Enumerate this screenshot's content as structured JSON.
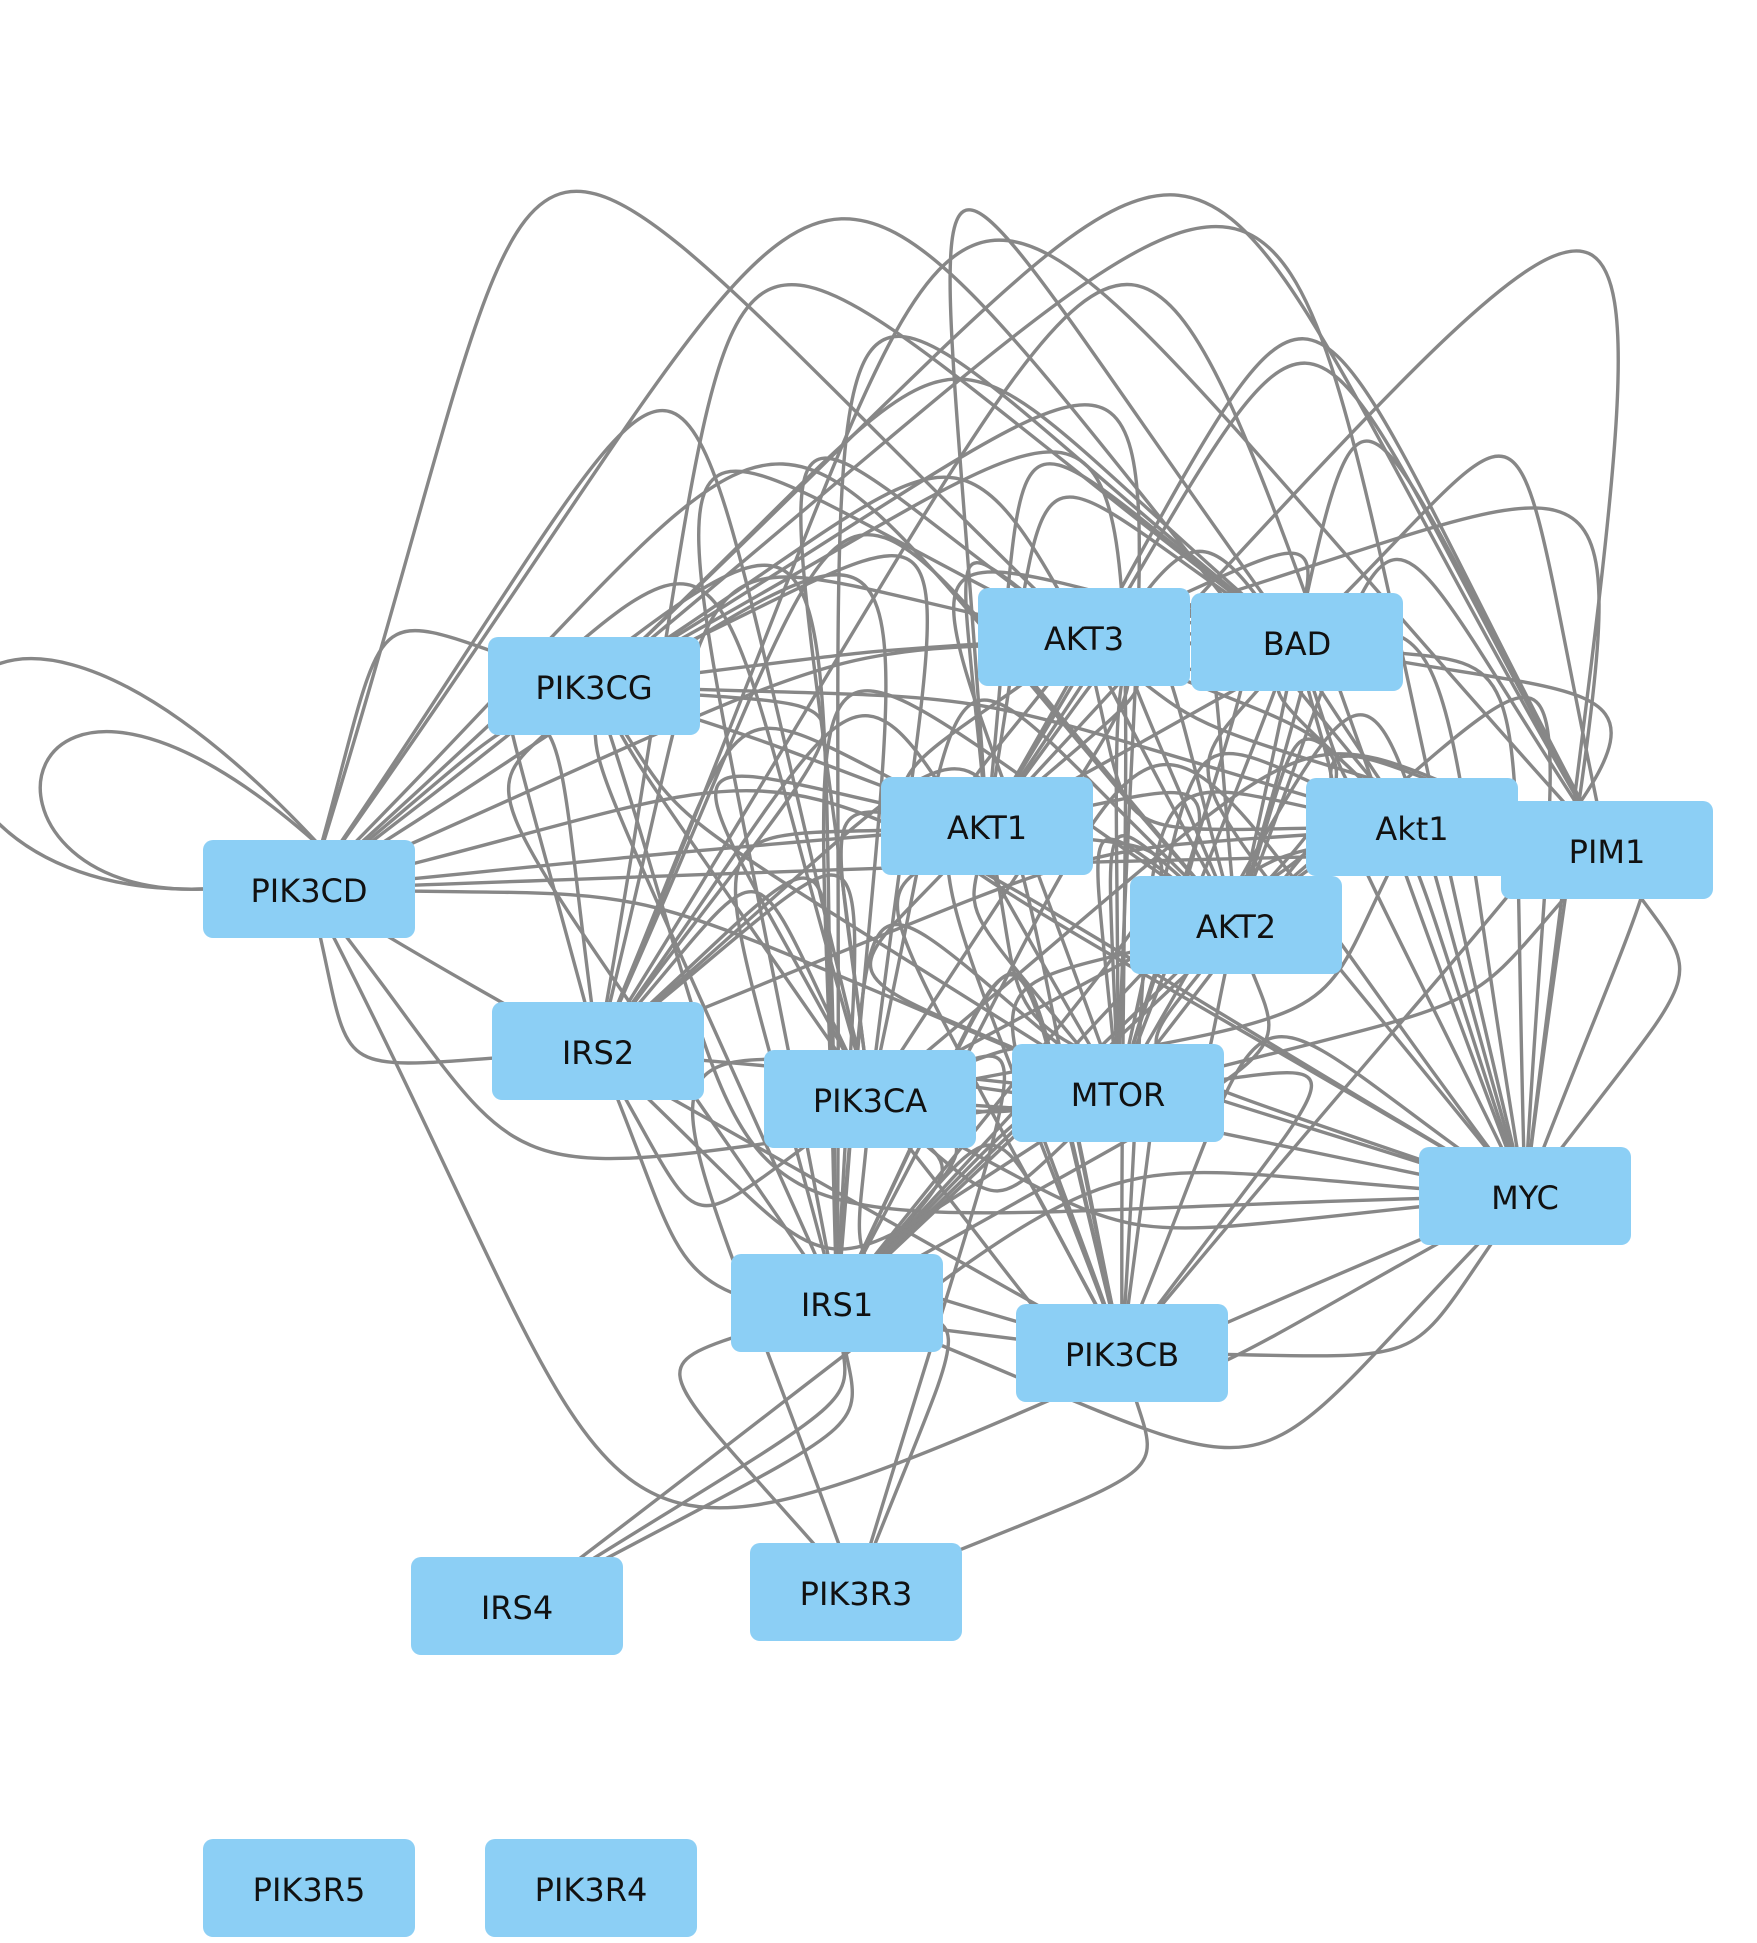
{
  "colors": {
    "node_fill": "#8ccff5",
    "node_text": "#111111",
    "edge": "#878787",
    "background": "#ffffff"
  },
  "nodes": [
    {
      "id": "AKT3",
      "label": "AKT3"
    },
    {
      "id": "BAD",
      "label": "BAD"
    },
    {
      "id": "PIK3CG",
      "label": "PIK3CG"
    },
    {
      "id": "AKT1",
      "label": "AKT1"
    },
    {
      "id": "Akt1",
      "label": "Akt1"
    },
    {
      "id": "PIM1",
      "label": "PIM1"
    },
    {
      "id": "PIK3CD",
      "label": "PIK3CD"
    },
    {
      "id": "AKT2",
      "label": "AKT2"
    },
    {
      "id": "IRS2",
      "label": "IRS2"
    },
    {
      "id": "PIK3CA",
      "label": "PIK3CA"
    },
    {
      "id": "MTOR",
      "label": "MTOR"
    },
    {
      "id": "MYC",
      "label": "MYC"
    },
    {
      "id": "IRS1",
      "label": "IRS1"
    },
    {
      "id": "PIK3CB",
      "label": "PIK3CB"
    },
    {
      "id": "IRS4",
      "label": "IRS4"
    },
    {
      "id": "PIK3R3",
      "label": "PIK3R3"
    },
    {
      "id": "PIK3R5",
      "label": "PIK3R5"
    },
    {
      "id": "PIK3R4",
      "label": "PIK3R4"
    }
  ],
  "edges": [
    [
      "PIK3CD",
      "PIK3CD"
    ],
    [
      "PIK3CD",
      "PIK3CD"
    ],
    [
      "AKT1",
      "MYC"
    ],
    [
      "AKT1",
      "MYC"
    ],
    [
      "AKT1",
      "MYC"
    ],
    [
      "AKT1",
      "PIM1"
    ],
    [
      "AKT1",
      "PIM1"
    ],
    [
      "AKT1",
      "BAD"
    ],
    [
      "AKT1",
      "BAD"
    ],
    [
      "AKT1",
      "BAD"
    ],
    [
      "AKT1",
      "AKT3"
    ],
    [
      "AKT1",
      "AKT3"
    ],
    [
      "AKT1",
      "MTOR"
    ],
    [
      "AKT1",
      "MTOR"
    ],
    [
      "AKT1",
      "MTOR"
    ],
    [
      "AKT1",
      "PIK3CA"
    ],
    [
      "AKT1",
      "PIK3CA"
    ],
    [
      "AKT1",
      "IRS1"
    ],
    [
      "AKT1",
      "IRS1"
    ],
    [
      "AKT1",
      "IRS2"
    ],
    [
      "AKT1",
      "PIK3CG"
    ],
    [
      "AKT1",
      "PIK3CD"
    ],
    [
      "AKT1",
      "PIK3CB"
    ],
    [
      "AKT1",
      "AKT2"
    ],
    [
      "AKT1",
      "Akt1"
    ],
    [
      "AKT3",
      "MYC"
    ],
    [
      "AKT3",
      "MYC"
    ],
    [
      "AKT3",
      "PIM1"
    ],
    [
      "AKT3",
      "BAD"
    ],
    [
      "AKT3",
      "BAD"
    ],
    [
      "AKT3",
      "MTOR"
    ],
    [
      "AKT3",
      "MTOR"
    ],
    [
      "AKT3",
      "PIK3CA"
    ],
    [
      "AKT3",
      "PIK3CA"
    ],
    [
      "AKT3",
      "IRS1"
    ],
    [
      "AKT3",
      "IRS1"
    ],
    [
      "AKT3",
      "IRS2"
    ],
    [
      "AKT3",
      "PIK3CG"
    ],
    [
      "AKT3",
      "PIK3CD"
    ],
    [
      "AKT3",
      "PIK3CB"
    ],
    [
      "AKT3",
      "AKT2"
    ],
    [
      "AKT3",
      "Akt1"
    ],
    [
      "BAD",
      "MYC"
    ],
    [
      "BAD",
      "MYC"
    ],
    [
      "BAD",
      "PIM1"
    ],
    [
      "BAD",
      "PIM1"
    ],
    [
      "BAD",
      "MTOR"
    ],
    [
      "BAD",
      "MTOR"
    ],
    [
      "BAD",
      "PIK3CA"
    ],
    [
      "BAD",
      "IRS1"
    ],
    [
      "BAD",
      "IRS2"
    ],
    [
      "BAD",
      "PIK3CG"
    ],
    [
      "BAD",
      "PIK3CD"
    ],
    [
      "BAD",
      "AKT2"
    ],
    [
      "BAD",
      "AKT2"
    ],
    [
      "BAD",
      "Akt1"
    ],
    [
      "BAD",
      "PIK3CB"
    ],
    [
      "AKT2",
      "MYC"
    ],
    [
      "AKT2",
      "MYC"
    ],
    [
      "AKT2",
      "PIM1"
    ],
    [
      "AKT2",
      "PIM1"
    ],
    [
      "AKT2",
      "MTOR"
    ],
    [
      "AKT2",
      "MTOR"
    ],
    [
      "AKT2",
      "PIK3CA"
    ],
    [
      "AKT2",
      "PIK3CA"
    ],
    [
      "AKT2",
      "IRS1"
    ],
    [
      "AKT2",
      "IRS1"
    ],
    [
      "AKT2",
      "IRS2"
    ],
    [
      "AKT2",
      "PIK3CG"
    ],
    [
      "AKT2",
      "PIK3CD"
    ],
    [
      "AKT2",
      "PIK3CB"
    ],
    [
      "AKT2",
      "Akt1"
    ],
    [
      "Akt1",
      "MYC"
    ],
    [
      "Akt1",
      "PIM1"
    ],
    [
      "Akt1",
      "MTOR"
    ],
    [
      "Akt1",
      "PIK3CA"
    ],
    [
      "Akt1",
      "IRS1"
    ],
    [
      "Akt1",
      "IRS2"
    ],
    [
      "Akt1",
      "PIK3CG"
    ],
    [
      "Akt1",
      "PIK3CD"
    ],
    [
      "Akt1",
      "PIK3CB"
    ],
    [
      "PIM1",
      "MYC"
    ],
    [
      "PIM1",
      "MYC"
    ],
    [
      "PIM1",
      "MTOR"
    ],
    [
      "PIM1",
      "PIK3CA"
    ],
    [
      "PIM1",
      "IRS1"
    ],
    [
      "PIM1",
      "IRS2"
    ],
    [
      "PIM1",
      "PIK3CG"
    ],
    [
      "PIM1",
      "PIK3CD"
    ],
    [
      "MYC",
      "MTOR"
    ],
    [
      "MYC",
      "MTOR"
    ],
    [
      "MYC",
      "PIK3CA"
    ],
    [
      "MYC",
      "PIK3CA"
    ],
    [
      "MYC",
      "IRS1"
    ],
    [
      "MYC",
      "IRS1"
    ],
    [
      "MYC",
      "IRS2"
    ],
    [
      "MYC",
      "IRS2"
    ],
    [
      "MYC",
      "PIK3CG"
    ],
    [
      "MYC",
      "PIK3CG"
    ],
    [
      "MYC",
      "PIK3CD"
    ],
    [
      "MYC",
      "PIK3CD"
    ],
    [
      "MYC",
      "PIK3CB"
    ],
    [
      "MYC",
      "PIK3CB"
    ],
    [
      "MYC",
      "IRS4"
    ],
    [
      "MTOR",
      "PIK3CA"
    ],
    [
      "MTOR",
      "PIK3CA"
    ],
    [
      "MTOR",
      "IRS1"
    ],
    [
      "MTOR",
      "IRS1"
    ],
    [
      "MTOR",
      "IRS2"
    ],
    [
      "MTOR",
      "IRS2"
    ],
    [
      "MTOR",
      "PIK3CG"
    ],
    [
      "MTOR",
      "PIK3CG"
    ],
    [
      "MTOR",
      "PIK3CD"
    ],
    [
      "MTOR",
      "PIK3CD"
    ],
    [
      "MTOR",
      "PIK3CB"
    ],
    [
      "MTOR",
      "PIK3CB"
    ],
    [
      "MTOR",
      "PIK3R3"
    ],
    [
      "PIK3CA",
      "IRS1"
    ],
    [
      "PIK3CA",
      "IRS1"
    ],
    [
      "PIK3CA",
      "IRS2"
    ],
    [
      "PIK3CA",
      "IRS2"
    ],
    [
      "PIK3CA",
      "PIK3CG"
    ],
    [
      "PIK3CA",
      "PIK3CG"
    ],
    [
      "PIK3CA",
      "PIK3CD"
    ],
    [
      "PIK3CA",
      "PIK3CD"
    ],
    [
      "PIK3CA",
      "PIK3CB"
    ],
    [
      "PIK3CA",
      "PIK3CB"
    ],
    [
      "PIK3CA",
      "PIK3R3"
    ],
    [
      "IRS2",
      "IRS1"
    ],
    [
      "IRS2",
      "IRS1"
    ],
    [
      "IRS2",
      "PIK3CG"
    ],
    [
      "IRS2",
      "PIK3CG"
    ],
    [
      "IRS2",
      "PIK3CD"
    ],
    [
      "IRS2",
      "PIK3CD"
    ],
    [
      "IRS2",
      "PIK3CB"
    ],
    [
      "IRS2",
      "PIK3CB"
    ],
    [
      "PIK3CG",
      "IRS1"
    ],
    [
      "PIK3CG",
      "IRS1"
    ],
    [
      "PIK3CG",
      "PIK3CD"
    ],
    [
      "PIK3CG",
      "PIK3CB"
    ],
    [
      "PIK3CD",
      "IRS1"
    ],
    [
      "PIK3CD",
      "IRS1"
    ],
    [
      "PIK3CD",
      "PIK3CB"
    ],
    [
      "IRS1",
      "PIK3CB"
    ],
    [
      "IRS1",
      "PIK3CB"
    ],
    [
      "IRS1",
      "PIK3CB"
    ],
    [
      "IRS1",
      "IRS4"
    ],
    [
      "IRS1",
      "IRS4"
    ],
    [
      "IRS1",
      "PIK3R3"
    ],
    [
      "IRS1",
      "PIK3R3"
    ],
    [
      "PIK3CB",
      "PIK3R3"
    ]
  ]
}
